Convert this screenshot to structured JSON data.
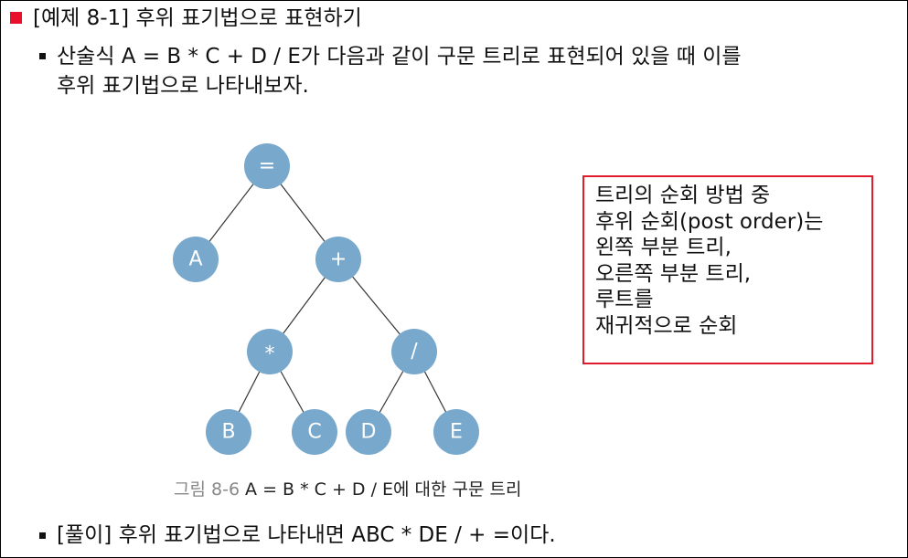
{
  "title": "[예제 8-1] 후위 표기법으로 표현하기",
  "intro_line1": "산술식 A = B * C + D / E가 다음과 같이 구문 트리로 표현되어 있을 때 이를",
  "intro_line2": "후위 표기법으로 나타내보자.",
  "tree": {
    "nodes": {
      "root": "=",
      "a": "A",
      "plus": "+",
      "mul": "*",
      "div": "/",
      "b": "B",
      "c": "C",
      "d": "D",
      "e": "E"
    },
    "node_color": "#78a8cc"
  },
  "caption": {
    "figure_number": "그림 8-6",
    "text": "A = B * C + D / E에 대한 구문 트리"
  },
  "note": {
    "lines": [
      "트리의 순회 방법 중",
      "후위 순회(post order)는",
      "왼쪽 부분 트리,",
      "오른쪽 부분 트리,",
      "루트를",
      "재귀적으로 순회"
    ],
    "border_color": "#e01b2c"
  },
  "solution": "[풀이] 후위 표기법으로 나타내면 ABC * DE / + =이다.",
  "colors": {
    "title_bullet": "#e8102a"
  }
}
